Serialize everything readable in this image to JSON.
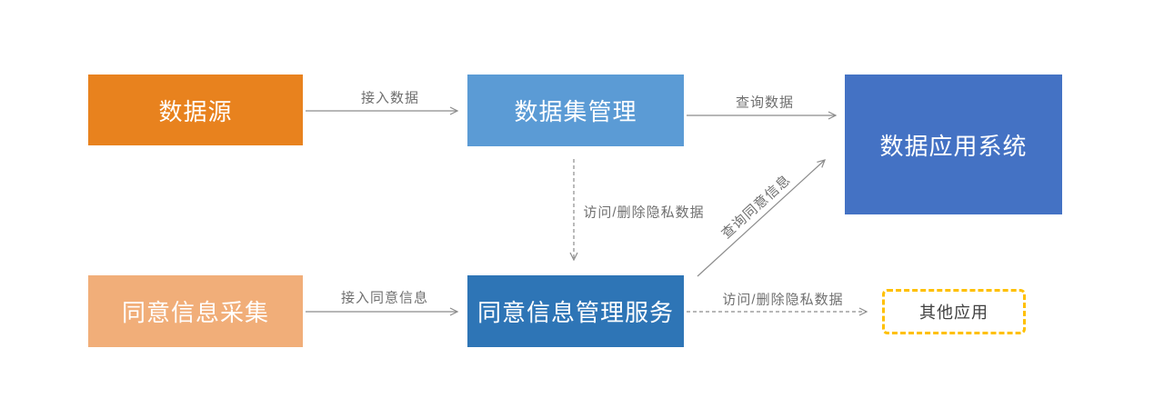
{
  "diagram": {
    "nodes": {
      "data_source": {
        "label": "数据源",
        "bg": "#E8821E",
        "text_color": "#ffffff"
      },
      "dataset_mgmt": {
        "label": "数据集管理",
        "bg": "#5B9BD5",
        "text_color": "#ffffff"
      },
      "data_app_system": {
        "label": "数据应用系统",
        "bg": "#4472C4",
        "text_color": "#ffffff"
      },
      "consent_collection": {
        "label": "同意信息采集",
        "bg": "#F1AE79",
        "text_color": "#ffffff"
      },
      "consent_mgmt_service": {
        "label": "同意信息管理服务",
        "bg": "#2E75B6",
        "text_color": "#ffffff"
      },
      "other_apps": {
        "label": "其他应用",
        "bg": "#ffffff",
        "border_color": "#FFC000",
        "text_color": "#404040"
      }
    },
    "edges": {
      "access_data": {
        "label": "接入数据",
        "style": "solid"
      },
      "query_data": {
        "label": "查询数据",
        "style": "solid"
      },
      "access_delete_mid": {
        "label": "访问/删除隐私数据",
        "style": "dashed"
      },
      "access_consent": {
        "label": "接入同意信息",
        "style": "solid"
      },
      "query_consent": {
        "label": "查询同意信息",
        "style": "solid"
      },
      "access_delete_right": {
        "label": "访问/删除隐私数据",
        "style": "dashed"
      }
    },
    "colors": {
      "arrow_stroke": "#8C8C8C",
      "edge_label_text": "#6f6f6f",
      "background": "#ffffff"
    }
  }
}
